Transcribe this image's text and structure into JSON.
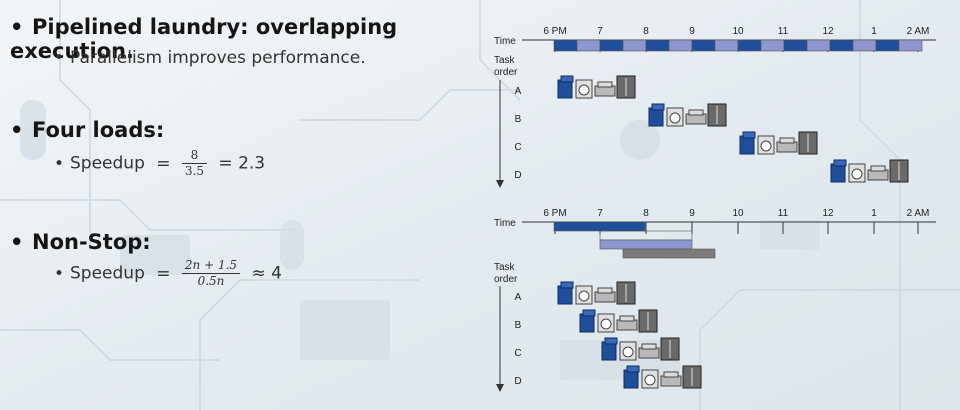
{
  "bullets": {
    "pipelined_title": "Pipelined laundry: overlapping execution.",
    "pipelined_sub": "Parallelism improves performance.",
    "four_loads_title": "Four loads:",
    "four_speedup_label": "Speedup",
    "four_equals": "=",
    "four_num": "8",
    "four_den": "3.5",
    "four_result": "= 2.3",
    "nonstop_title": "Non-Stop:",
    "nonstop_speedup_label": "Speedup",
    "nonstop_equals": "=",
    "nonstop_num": "2n + 1.5",
    "nonstop_den": "0.5n",
    "nonstop_result": "≈ 4"
  },
  "diagram": {
    "time_label": "Time",
    "task_label_line1": "Task",
    "task_label_line2": "order",
    "time_ticks": [
      "6 PM",
      "7",
      "8",
      "9",
      "10",
      "11",
      "12",
      "1",
      "2 AM"
    ],
    "tasks": [
      "A",
      "B",
      "C",
      "D"
    ],
    "colors": {
      "washer": "#1f4e9a",
      "dryer": "#e0e0e0",
      "folder": "#8e96d0",
      "stasher": "#6a6a6a",
      "gray_bar": "#7b7b7b"
    }
  }
}
